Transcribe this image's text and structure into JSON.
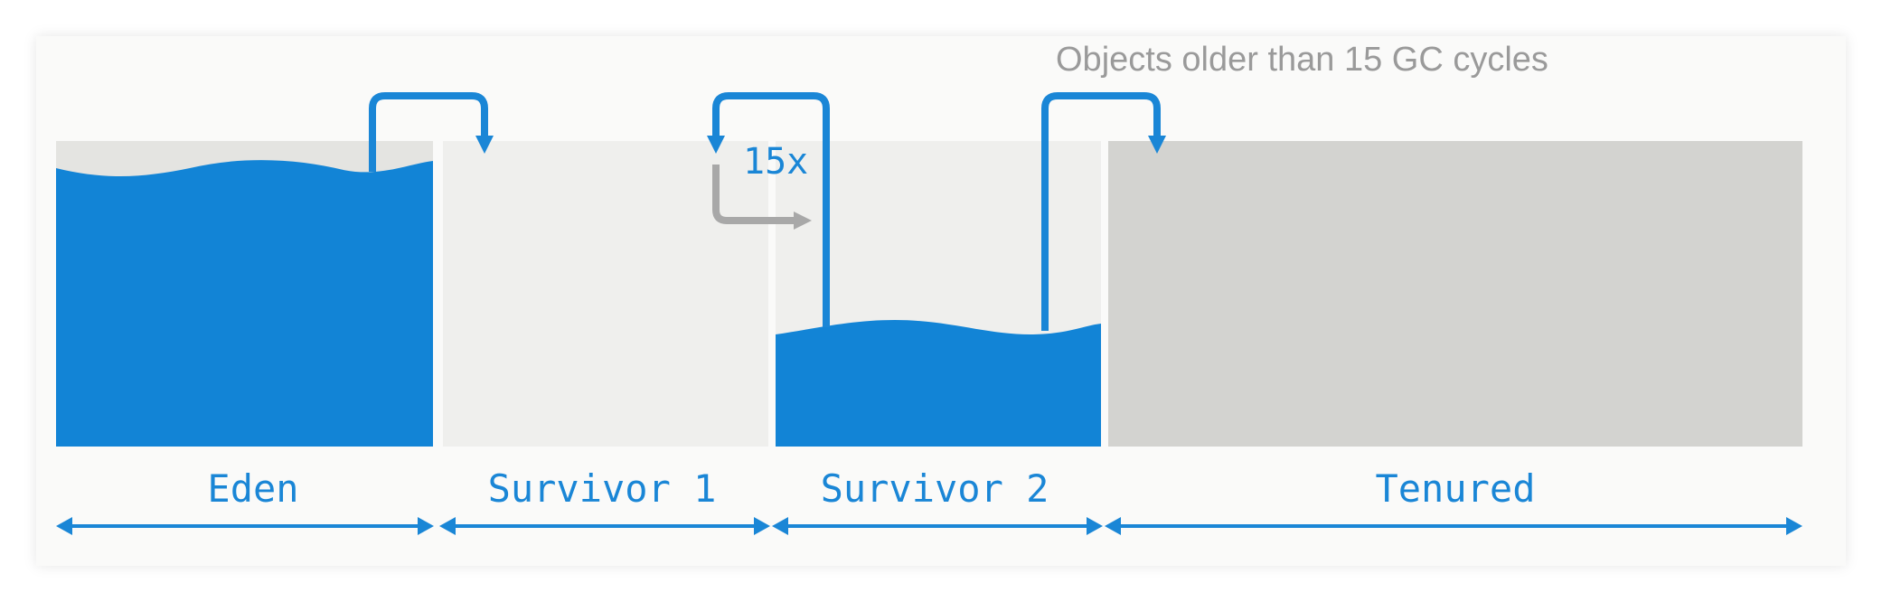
{
  "caption": "Objects older than 15 GC cycles",
  "repeat_label": "15x",
  "regions": [
    {
      "name": "Eden"
    },
    {
      "name": "Survivor 1"
    },
    {
      "name": "Survivor 2"
    },
    {
      "name": "Tenured"
    }
  ],
  "colors": {
    "fill_blue": "#1284d6",
    "arrow_blue": "#1a86d6",
    "arrow_gray": "#a8a8a8",
    "region_light": "#efefed",
    "region_tenured": "#d3d3d0"
  }
}
